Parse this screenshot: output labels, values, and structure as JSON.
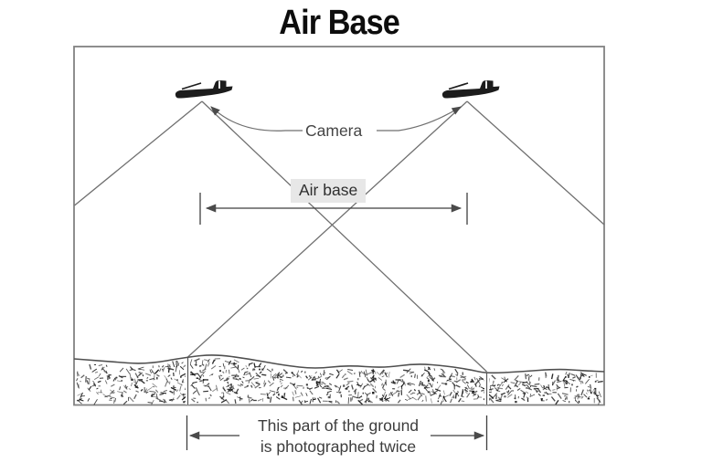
{
  "title": "Air Base",
  "diagram": {
    "camera_label": "Camera",
    "airbase_label": "Air base",
    "ground_caption_line1": "This part of the ground",
    "ground_caption_line2": "is photographed twice",
    "icons": [
      "airplane-icon",
      "arrowhead-icon"
    ],
    "colors": {
      "background": "#ffffff",
      "ink": "#1c1c1c",
      "line": "#6f6f6f",
      "frame": "#828282",
      "text": "#3d3d3d",
      "label_background": "#e7e7e7",
      "measure": "#3f3f3f"
    }
  }
}
